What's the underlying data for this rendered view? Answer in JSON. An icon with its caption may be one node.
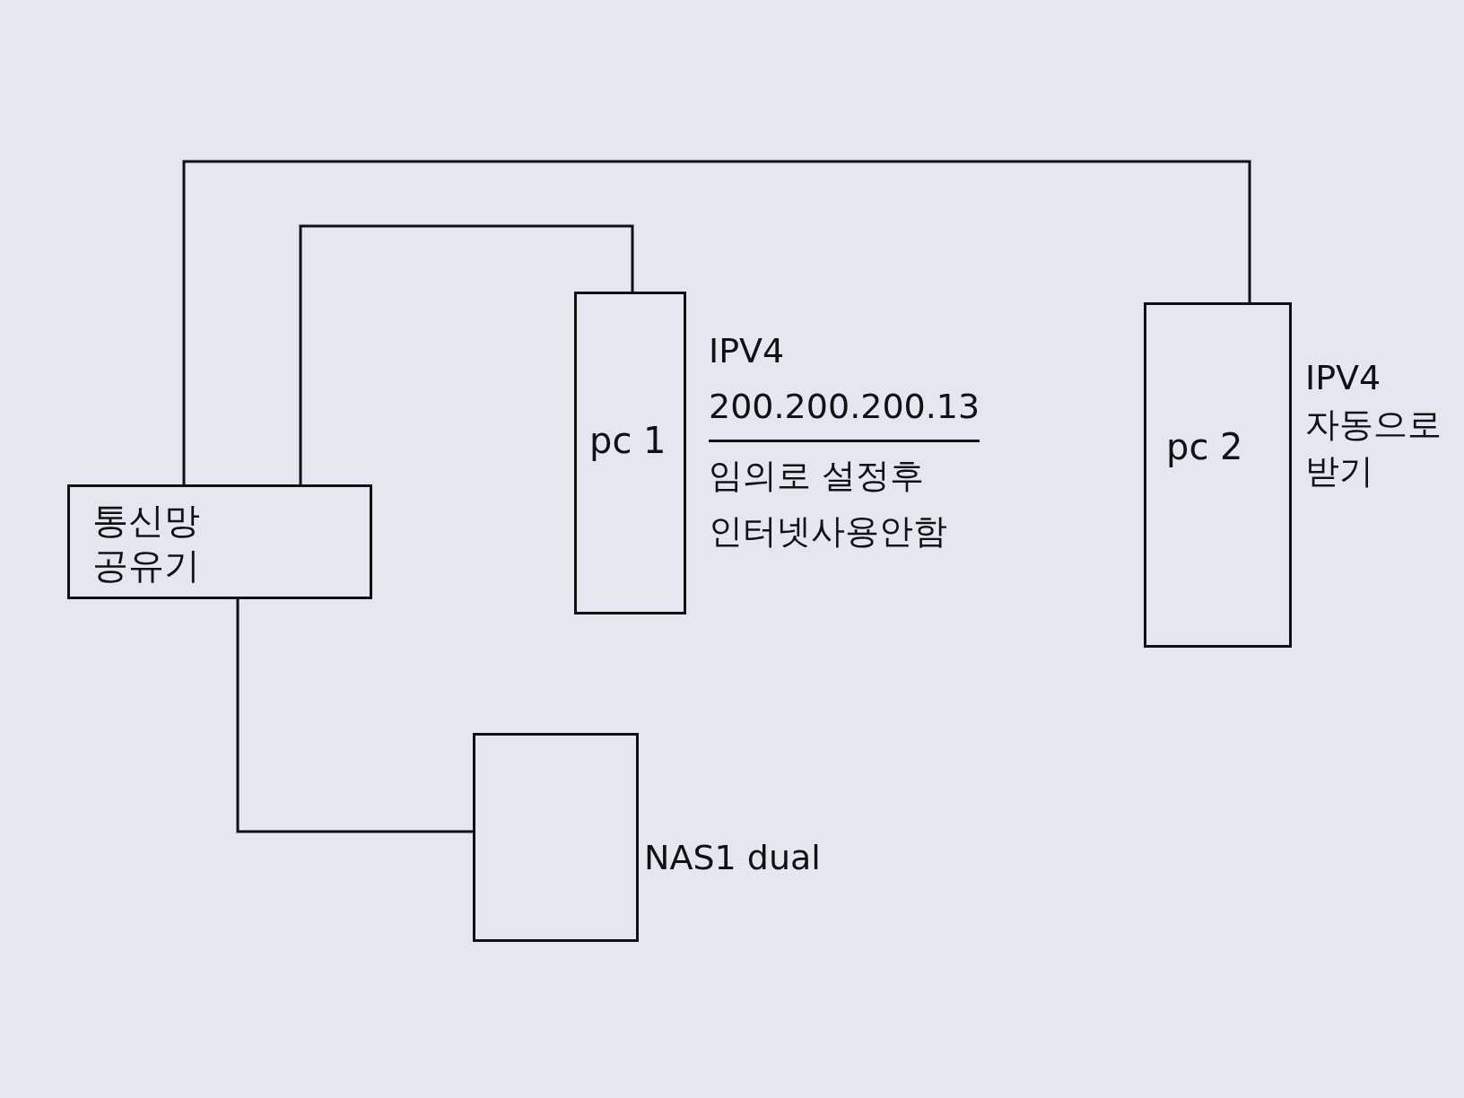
{
  "diagram": {
    "nodes": [
      {
        "text": [
          "통신망 공유기"
        ]
      },
      {
        "text": [
          "pc 1"
        ],
        "beside": [
          "IPV4",
          "200.200.200.13",
          "임의로 설정후",
          "인터넷사용안함"
        ]
      },
      {
        "text": [
          "pc 2"
        ],
        "beside": [
          "IPV4",
          "자동으로 받기"
        ]
      },
      {
        "text": [],
        "shape": "box",
        "beside": [
          "NAS1 dual"
        ]
      }
    ],
    "edges": [
      {
        "from": 0,
        "to": 2,
        "arrow": "none"
      },
      {
        "from": 0,
        "to": 1,
        "arrow": "none"
      },
      {
        "from": 0,
        "to": 3,
        "arrow": "none"
      }
    ]
  }
}
